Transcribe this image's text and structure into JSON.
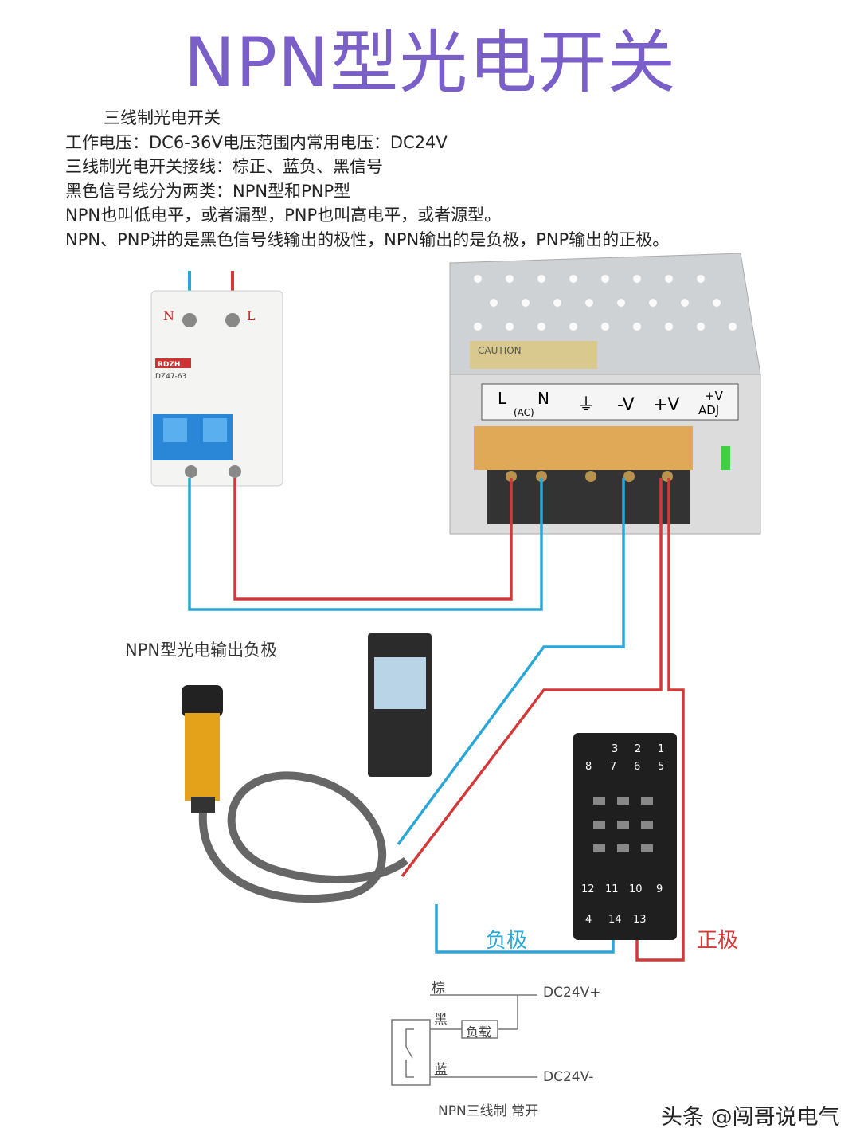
{
  "title": "NPN型光电开关",
  "notes": [
    "三线制光电开关",
    "工作电压：DC6-36V电压范围内常用电压：DC24V",
    "三线制光电开关接线：棕正、蓝负、黑信号",
    "黑色信号线分为两类：NPN型和PNP型",
    "NPN也叫低电平，或者漏型，PNP也叫高电平，或者源型。",
    "NPN、PNP讲的是黑色信号线输出的极性，NPN输出的是负极，PNP输出的正极。"
  ],
  "breaker": {
    "n_label": "N",
    "l_label": "L",
    "brand": "RDZH",
    "model": "DZ47-63"
  },
  "power_supply": {
    "caution": "CAUTION",
    "terminals": [
      "L",
      "N",
      "(AC)",
      "⏚",
      "-V",
      "+V",
      "+V",
      "ADJ"
    ]
  },
  "sensor_label": "NPN型光电输出负极",
  "relay_pins": [
    "3",
    "2",
    "1",
    "8",
    "7",
    "6",
    "5",
    "12",
    "11",
    "10",
    "9",
    "4",
    "14",
    "13"
  ],
  "negative_label": "负极",
  "positive_label": "正极",
  "schematic": {
    "brown": "棕",
    "black": "黑",
    "blue": "蓝",
    "load": "负载",
    "vplus": "DC24V+",
    "vminus": "DC24V-",
    "caption": "NPN三线制  常开"
  },
  "watermark": "头条 @闯哥说电气",
  "colors": {
    "title": "#7b5fc9",
    "blue_wire": "#2aa7d6",
    "red_wire": "#d23a3a"
  }
}
